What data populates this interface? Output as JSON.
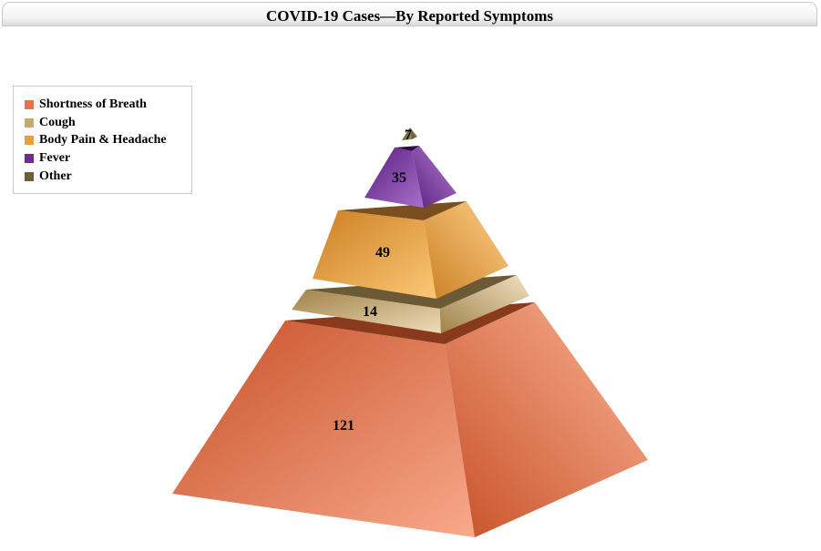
{
  "chart_data": {
    "type": "pyramid",
    "title": "COVID-19 Cases—By Reported Symptoms",
    "legend_position": "top-left",
    "grid": false,
    "series": [
      {
        "name": "Shortness of Breath",
        "value": 121,
        "color": "#e8714a"
      },
      {
        "name": "Cough",
        "value": 14,
        "color": "#c8a96e"
      },
      {
        "name": "Body Pain & Headache",
        "value": 49,
        "color": "#e9a135"
      },
      {
        "name": "Fever",
        "value": 35,
        "color": "#6a2c8f"
      },
      {
        "name": "Other",
        "value": 7,
        "color": "#6b6134"
      }
    ]
  }
}
